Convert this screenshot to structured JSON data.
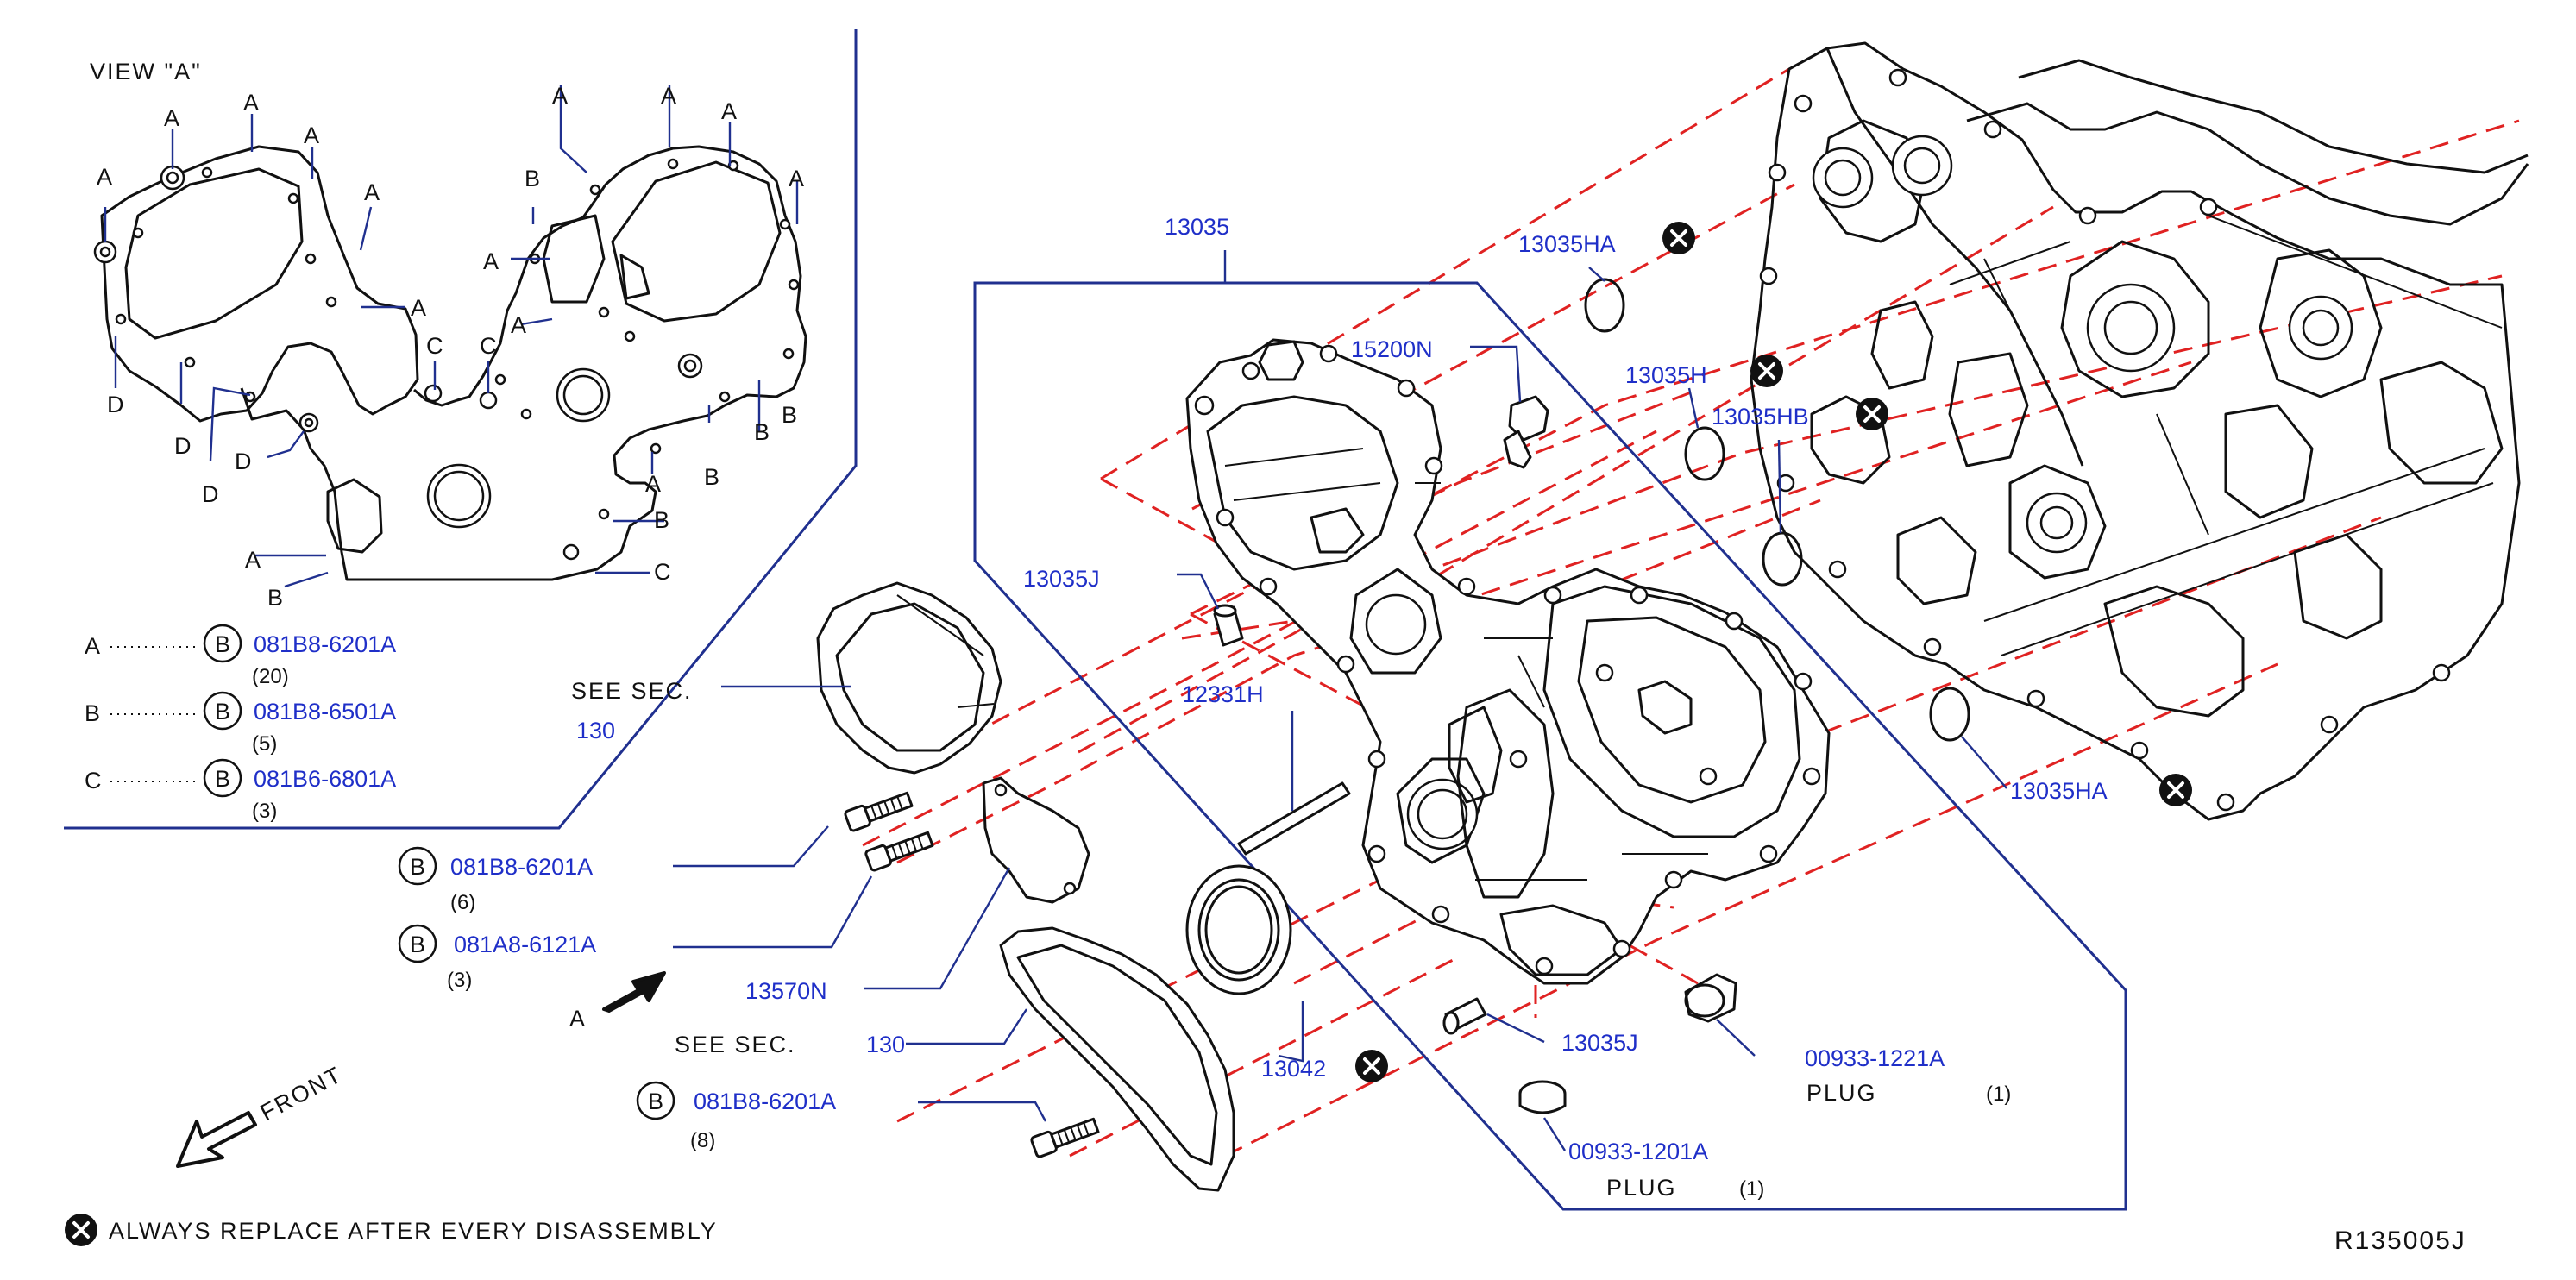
{
  "view": {
    "title": "VIEW  \"A\""
  },
  "view_letters": {
    "a": "A",
    "b": "B",
    "c": "C",
    "d": "D"
  },
  "bolt_legend": [
    {
      "letter": "A",
      "symbol": "B",
      "part": "081B8-6201A",
      "qty": "(20)"
    },
    {
      "letter": "B",
      "symbol": "B",
      "part": "081B8-6501A",
      "qty": "(5)"
    },
    {
      "letter": "C",
      "symbol": "B",
      "part": "081B6-6801A",
      "qty": "(3)"
    }
  ],
  "see_sec_upper": {
    "text": "SEE  SEC.",
    "number": "130"
  },
  "see_sec_lower": {
    "text": "SEE  SEC.",
    "number": "130"
  },
  "bolts": [
    {
      "symbol": "B",
      "part": "081B8-6201A",
      "qty": "(6)"
    },
    {
      "symbol": "B",
      "part": "081A8-6121A",
      "qty": "(3)"
    },
    {
      "symbol": "B",
      "part": "081B8-6201A",
      "qty": "(8)"
    }
  ],
  "arrow_a_label": "A",
  "front_label": "FRONT",
  "parts": {
    "p13035": "13035",
    "p13035HA_top": "13035HA",
    "p15200N": "15200N",
    "p13035H": "13035H",
    "p13035HB": "13035HB",
    "p13035J_left": "13035J",
    "p12331H": "12331H",
    "p13035HA_right": "13035HA",
    "p13570N": "13570N",
    "p13042": "13042",
    "p13035J_bottom": "13035J",
    "p00933_1221A": "00933-1221A",
    "p00933_1201A": "00933-1201A"
  },
  "plugs": {
    "upper": {
      "label": "PLUG",
      "qty": "(1)"
    },
    "lower": {
      "label": "PLUG",
      "qty": "(1)"
    }
  },
  "legend_note": "ALWAYS  REPLACE  AFTER  EVERY  DISASSEMBLY",
  "ref_code": "R135005J",
  "colors": {
    "part_number": "#1f2fc8",
    "callout": "#20308f",
    "dashed": "#e02222",
    "line": "#111111"
  },
  "icons": [
    "replace-marker-icon",
    "bolt-icon",
    "front-arrow-icon",
    "view-arrow-icon"
  ]
}
